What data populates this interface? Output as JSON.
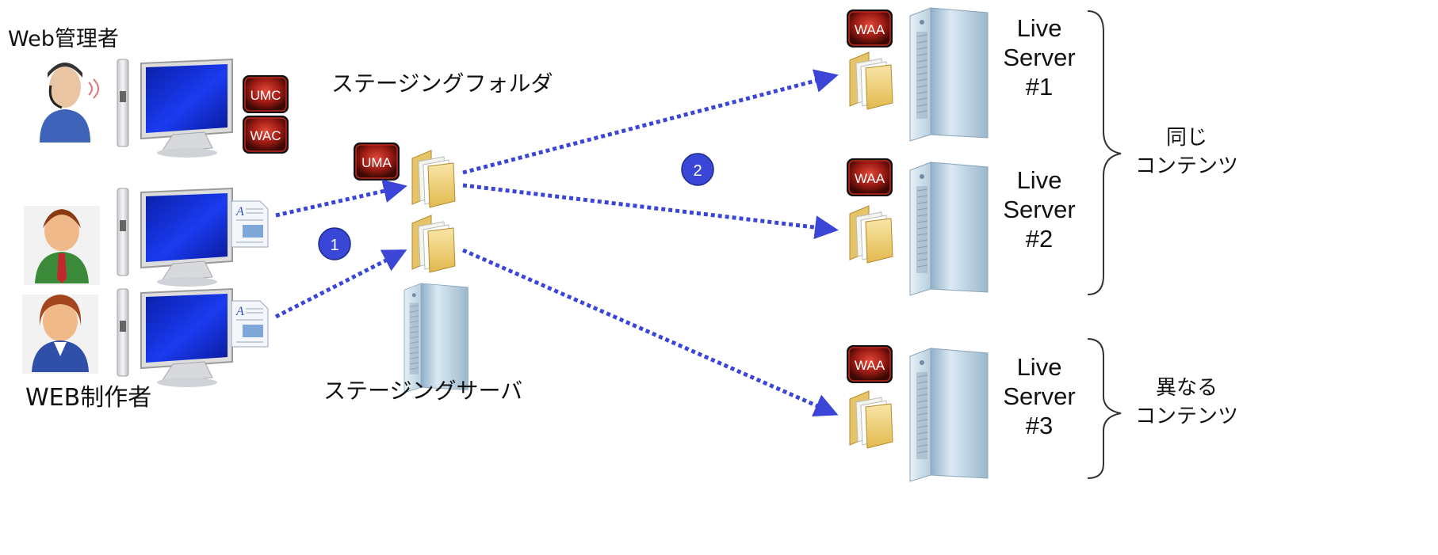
{
  "labels": {
    "web_admin": "Web管理者",
    "web_creator": "WEB制作者",
    "staging_folder": "ステージングフォルダ",
    "staging_server": "ステージングサーバ",
    "same_content_line1": "同じ",
    "same_content_line2": "コンテンツ",
    "diff_content_line1": "異なる",
    "diff_content_line2": "コンテンツ"
  },
  "badges": {
    "umc": "UMC",
    "wac": "WAC",
    "uma": "UMA",
    "waa": "WAA"
  },
  "steps": {
    "one": "1",
    "two": "2"
  },
  "servers": [
    {
      "line1": "Live",
      "line2": "Server",
      "line3": "#1"
    },
    {
      "line1": "Live",
      "line2": "Server",
      "line3": "#2"
    },
    {
      "line1": "Live",
      "line2": "Server",
      "line3": "#3"
    }
  ],
  "colors": {
    "arrow": "#3b45d6",
    "step_circle": "#3a46d6",
    "badge_red": "#c0281e",
    "monitor_blue": "#0f2bd0"
  }
}
